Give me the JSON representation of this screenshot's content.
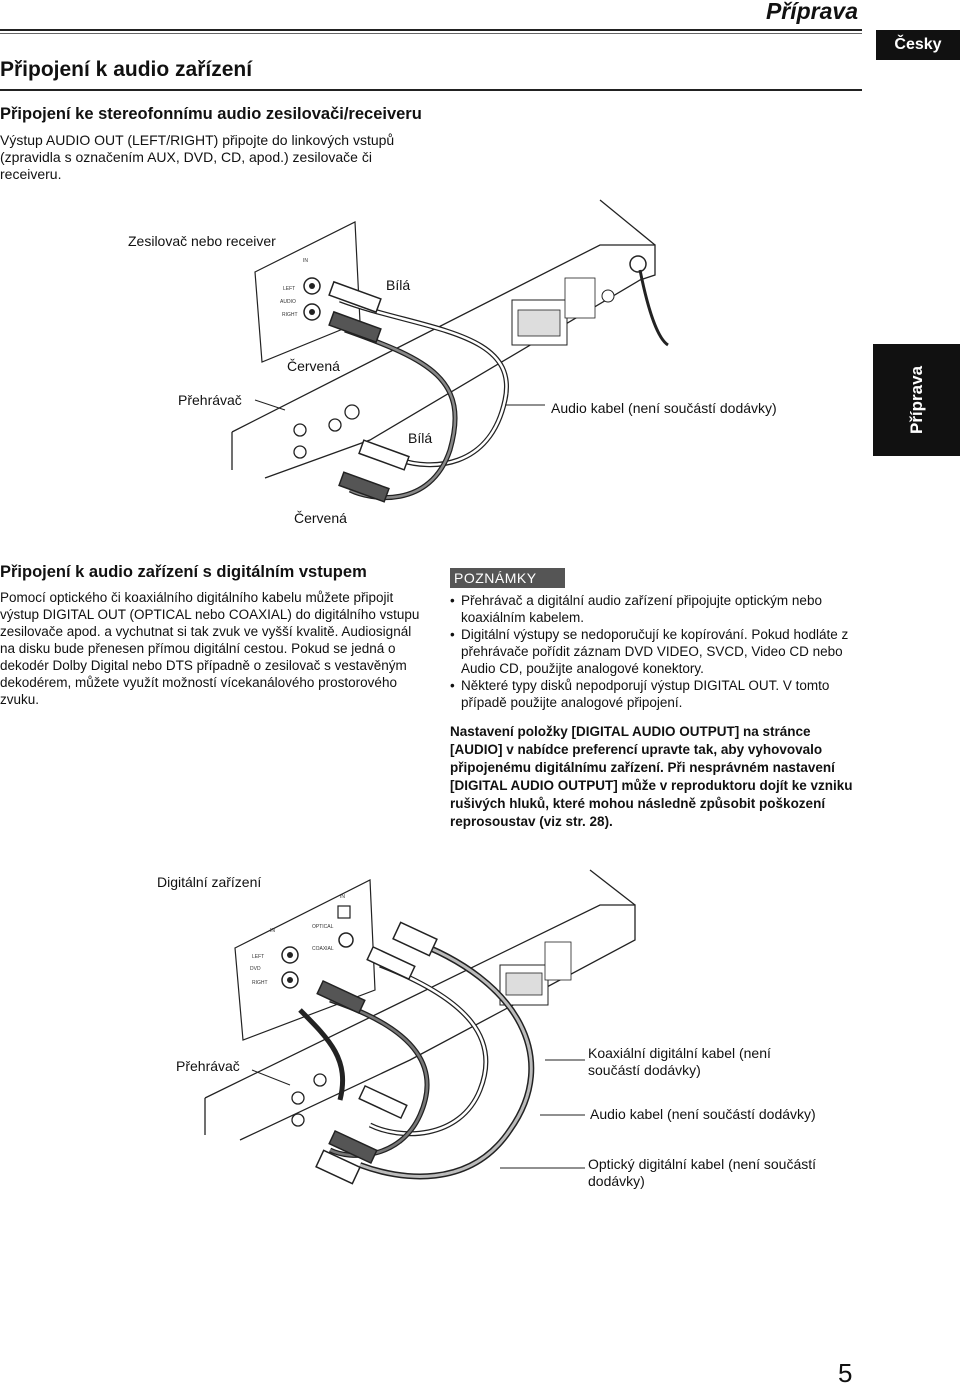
{
  "header": {
    "title": "Příprava",
    "language_tab": "Česky",
    "side_tab": "Příprava"
  },
  "section": {
    "title": "Připojení k audio zařízení"
  },
  "stereo": {
    "heading": "Připojení ke stereofonnímu audio zesilovači/receiveru",
    "text": "Výstup AUDIO OUT (LEFT/RIGHT) připojte do linkových vstupů (zpravidla s označením AUX, DVD, CD, apod.) zesilovače či receiveru."
  },
  "diagram1": {
    "amplifier_label": "Zesilovač nebo receiver",
    "white_top": "Bílá",
    "red_top": "Červená",
    "player_label": "Přehrávač",
    "cable_label": "Audio kabel (není součástí dodávky)",
    "white_bottom": "Bílá",
    "red_bottom": "Červená",
    "amp_panel": {
      "in": "IN",
      "left": "LEFT",
      "audio": "AUDIO",
      "right": "RIGHT"
    }
  },
  "digital": {
    "heading": "Připojení k audio zařízení s digitálním vstupem",
    "text": "Pomocí optického či koaxiálního digitálního kabelu můžete připojit výstup DIGITAL OUT (OPTICAL nebo COAXIAL) do digitálního vstupu zesilovače apod. a vychutnat si tak zvuk ve vyšší kvalitě. Audiosignál na disku bude přenesen přímou digitální cestou. Pokud se jedná o dekodér Dolby Digital nebo DTS případně o zesilovač s vestavěným dekodérem, můžete využít možností vícekanálového prostorového zvuku."
  },
  "notes": {
    "heading": "POZNÁMKY",
    "items": [
      "Přehrávač a digitální audio zařízení připojujte optickým nebo koaxiálním kabelem.",
      "Digitální výstupy se nedoporučují ke kopírování. Pokud hodláte z přehrávače pořídit záznam DVD VIDEO, SVCD, Video CD nebo Audio CD, použijte analogové konektory.",
      "Některé typy disků nepodporují výstup DIGITAL OUT. V tomto případě použijte analogové připojení."
    ],
    "bold_paragraph": "Nastavení položky [DIGITAL AUDIO OUTPUT] na stránce [AUDIO] v nabídce preferencí upravte tak, aby vyhovovalo připojenému digitálnímu zařízení. Při nesprávném nastavení [DIGITAL AUDIO OUTPUT] může v reproduktoru dojít ke vzniku rušivých hluků, které mohou následně způsobit poškození reprosoustav (viz str. 28)."
  },
  "diagram2": {
    "device_label": "Digitální zařízení",
    "player_label": "Přehrávač",
    "coax_label": "Koaxiální digitální kabel (není součástí dodávky)",
    "audio_label": "Audio kabel (není součástí dodávky)",
    "optical_label": "Optický digitální kabel (není součástí dodávky)",
    "device_panel": {
      "in": "IN",
      "left": "LEFT",
      "dvd": "DVD",
      "right": "RIGHT",
      "in2": "IN",
      "optical": "OPTICAL",
      "coaxial": "COAXIAL"
    }
  },
  "page_number": "5"
}
